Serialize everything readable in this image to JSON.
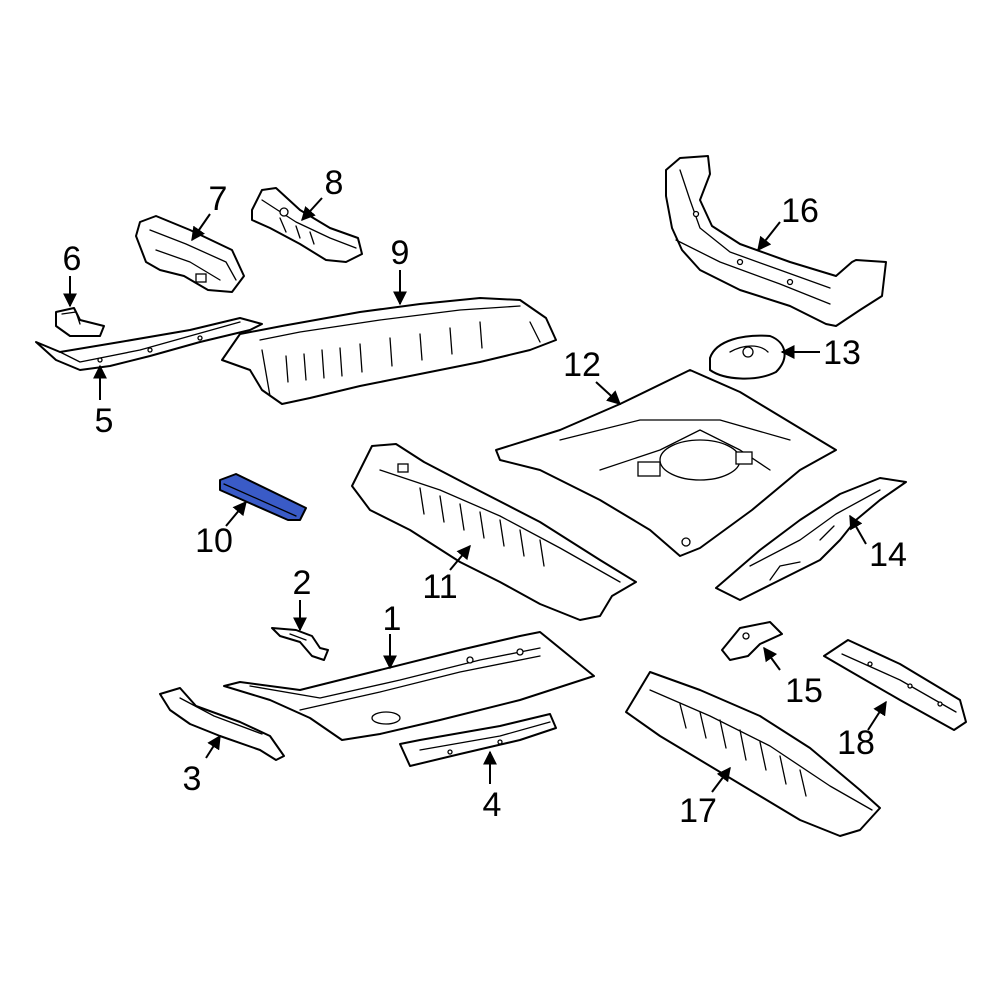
{
  "callouts": [
    {
      "id": "1",
      "label": "1"
    },
    {
      "id": "2",
      "label": "2"
    },
    {
      "id": "3",
      "label": "3"
    },
    {
      "id": "4",
      "label": "4"
    },
    {
      "id": "5",
      "label": "5"
    },
    {
      "id": "6",
      "label": "6"
    },
    {
      "id": "7",
      "label": "7"
    },
    {
      "id": "8",
      "label": "8"
    },
    {
      "id": "9",
      "label": "9"
    },
    {
      "id": "10",
      "label": "10"
    },
    {
      "id": "11",
      "label": "11"
    },
    {
      "id": "12",
      "label": "12"
    },
    {
      "id": "13",
      "label": "13"
    },
    {
      "id": "14",
      "label": "14"
    },
    {
      "id": "15",
      "label": "15"
    },
    {
      "id": "16",
      "label": "16"
    },
    {
      "id": "17",
      "label": "17"
    },
    {
      "id": "18",
      "label": "18"
    }
  ],
  "highlight": {
    "part": "10",
    "color": "#3a5bc7"
  },
  "line_color": "#000000",
  "background_color": "#ffffff"
}
